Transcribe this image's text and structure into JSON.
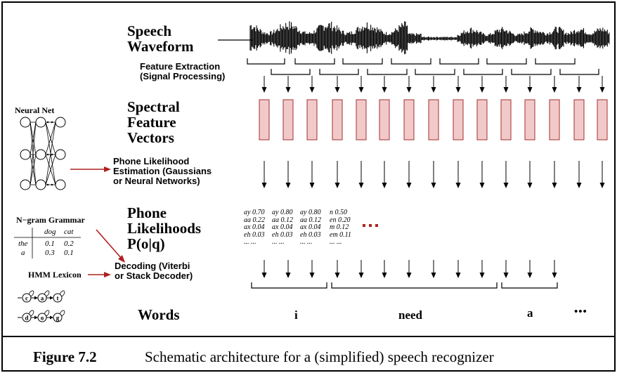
{
  "labels": {
    "speech_waveform": [
      "Speech",
      "Waveform"
    ],
    "feature_extraction": [
      "Feature Extraction",
      "(Signal Processing)"
    ],
    "spectral_vectors": [
      "Spectral",
      "Feature",
      "Vectors"
    ],
    "neural_net": "Neural Net",
    "phone_likelihood_estimation": [
      "Phone Likelihood",
      "Estimation (Gaussians",
      "or Neural Networks)"
    ],
    "phone_likelihoods": [
      "Phone",
      "Likelihoods",
      "P(o|q)"
    ],
    "ngram_grammar": "N−gram Grammar",
    "hmm_lexicon": "HMM Lexicon",
    "decoding": [
      "Decoding (Viterbi",
      "or Stack Decoder)"
    ],
    "words_label": "Words"
  },
  "grammar_table": {
    "cols": [
      "dog",
      "cat"
    ],
    "rows": [
      {
        "word": "the",
        "vals": [
          "0.1",
          "0.2"
        ]
      },
      {
        "word": "a",
        "vals": [
          "0.3",
          "0.1"
        ]
      }
    ]
  },
  "lexicon_nodes": {
    "top": [
      "c",
      "a",
      "t"
    ],
    "bottom": [
      "d",
      "o",
      "g"
    ]
  },
  "phone_likelihood_columns": [
    [
      "ay 0.70",
      "aa 0.22",
      "ax 0.04",
      "eh 0.03",
      "...  ..."
    ],
    [
      "ay 0.80",
      "aa 0.12",
      "ax 0.04",
      "eh 0.03",
      "...  ..."
    ],
    [
      "ay 0.80",
      "aa 0.12",
      "ax 0.04",
      "eh 0.03",
      "...  ..."
    ],
    [
      "n  0.50",
      "en 0.20",
      "m  0.12",
      "em 0.11",
      "...  ..."
    ]
  ],
  "ellipsis_red": "...",
  "words": [
    "i",
    "need",
    "a",
    "•••"
  ],
  "caption": {
    "figure": "Figure 7.2",
    "text": "Schematic architecture for a (simplified) speech recognizer"
  },
  "colors": {
    "vector_fill": "#f2c9c9",
    "vector_stroke": "#a03030",
    "accent_red": "#b02020"
  }
}
